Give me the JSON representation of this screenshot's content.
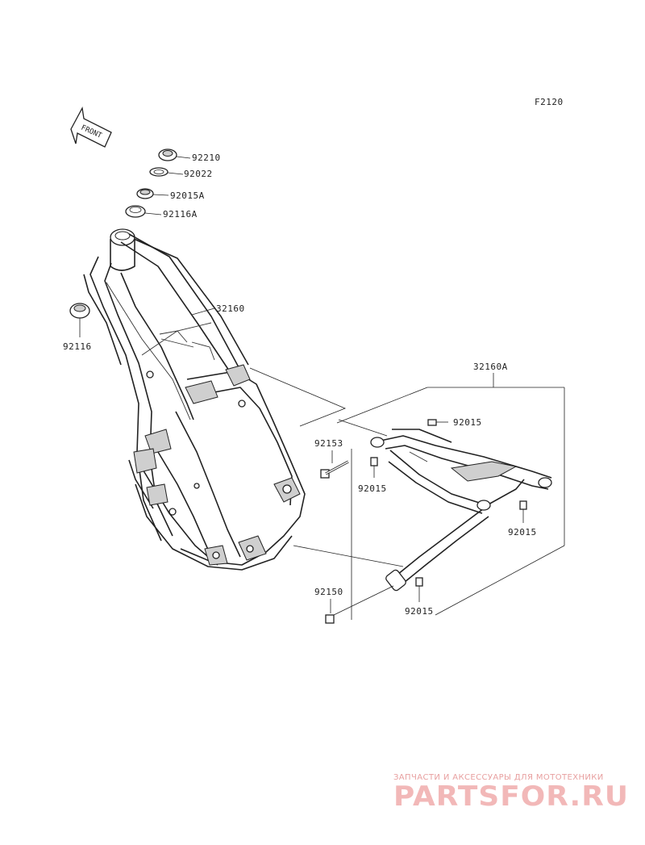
{
  "diagram_code": "F2120",
  "front_arrow_text": "FRONT",
  "parts": {
    "nut_92210": "92210",
    "washer_92022": "92022",
    "bearing_92015A": "92015A",
    "seal_92116A": "92116A",
    "seal_92116": "92116",
    "main_frame": "32160",
    "subframe": "32160A",
    "bolt_92015_top": "92015",
    "bolt_92153": "92153",
    "bolt_92015_left": "92015",
    "bolt_92015_right": "92015",
    "bolt_92150": "92150",
    "bolt_92015_bottom": "92015"
  },
  "watermark": {
    "subtitle": "ЗАПЧАСТИ И АКСЕССУАРЫ ДЛЯ МОТОТЕХНИКИ",
    "logo": "PARTSFOR.RU",
    "color": "#f2b8b8"
  }
}
